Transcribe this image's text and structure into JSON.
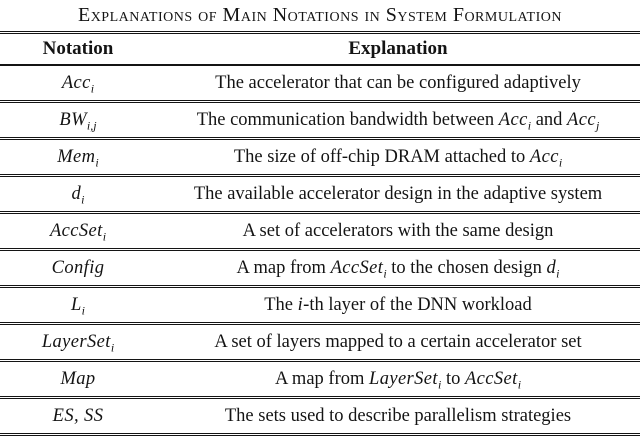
{
  "table": {
    "title": "Explanations of Main Notations in System Formulation",
    "header": {
      "notation": "Notation",
      "explanation": "Explanation"
    },
    "rows": [
      {
        "notation": [
          {
            "math": "Acc",
            "sub": "i"
          }
        ],
        "explanation": [
          {
            "text": "The accelerator that can be configured adaptively"
          }
        ]
      },
      {
        "notation": [
          {
            "math": "BW",
            "sub": "i,j"
          }
        ],
        "explanation": [
          {
            "text": "The communication bandwidth between "
          },
          {
            "math": "Acc",
            "sub": "i"
          },
          {
            "text": " and "
          },
          {
            "math": "Acc",
            "sub": "j"
          }
        ]
      },
      {
        "notation": [
          {
            "math": "Mem",
            "sub": "i"
          }
        ],
        "explanation": [
          {
            "text": "The size of off-chip DRAM attached to "
          },
          {
            "math": "Acc",
            "sub": "i"
          }
        ]
      },
      {
        "notation": [
          {
            "math": "d",
            "sub": "i"
          }
        ],
        "explanation": [
          {
            "text": "The available accelerator design in the adaptive system"
          }
        ]
      },
      {
        "notation": [
          {
            "math": "AccSet",
            "sub": "i"
          }
        ],
        "explanation": [
          {
            "text": "A set of accelerators with the same design"
          }
        ]
      },
      {
        "notation": [
          {
            "math": "Config"
          }
        ],
        "explanation": [
          {
            "text": "A map from "
          },
          {
            "math": "AccSet",
            "sub": "i"
          },
          {
            "text": " to the chosen design "
          },
          {
            "math": "d",
            "sub": "i"
          }
        ]
      },
      {
        "notation": [
          {
            "math": "L",
            "sub": "i"
          }
        ],
        "explanation": [
          {
            "text": "The "
          },
          {
            "math": "i"
          },
          {
            "text": "-th layer of the DNN workload"
          }
        ]
      },
      {
        "notation": [
          {
            "math": "LayerSet",
            "sub": "i"
          }
        ],
        "explanation": [
          {
            "text": "A set of layers mapped to a certain accelerator set"
          }
        ]
      },
      {
        "notation": [
          {
            "math": "Map"
          }
        ],
        "explanation": [
          {
            "text": "A map from "
          },
          {
            "math": "LayerSet",
            "sub": "i"
          },
          {
            "text": " to "
          },
          {
            "math": "AccSet",
            "sub": "i"
          }
        ]
      },
      {
        "notation": [
          {
            "math": "ES, SS"
          }
        ],
        "explanation": [
          {
            "text": "The sets used to describe parallelism strategies"
          }
        ]
      }
    ]
  }
}
